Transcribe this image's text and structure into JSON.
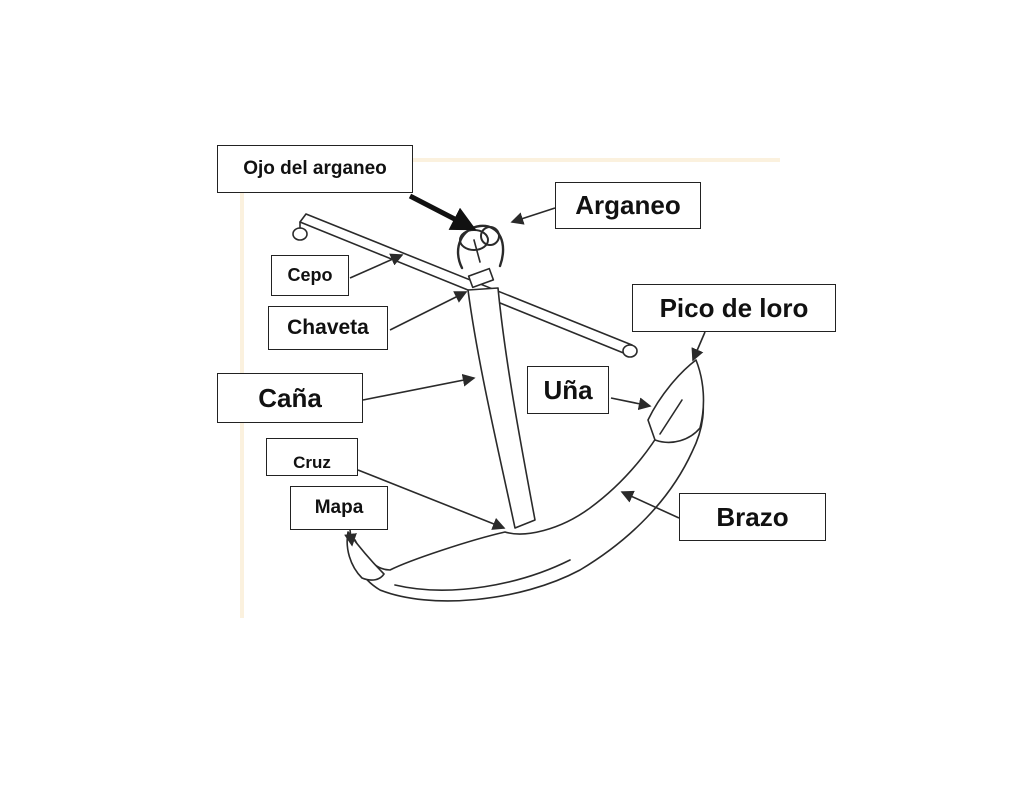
{
  "labels": {
    "ojo_del_arganeo": "Ojo del arganeo",
    "arganeo": "Arganeo",
    "cepo": "Cepo",
    "chaveta": "Chaveta",
    "pico_de_loro": "Pico de loro",
    "cana": "Caña",
    "una": "Uña",
    "cruz": "Cruz",
    "mapa": "Mapa",
    "brazo": "Brazo"
  },
  "colors": {
    "outline": "#2a2a2a",
    "frame": "#fbf1de",
    "label_border": "#222222"
  }
}
